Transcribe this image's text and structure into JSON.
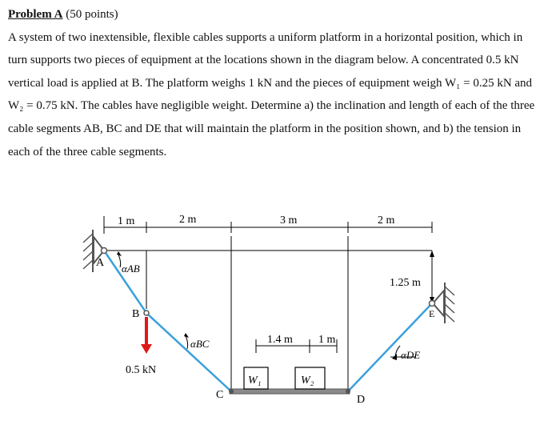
{
  "problem": {
    "title": "Problem A",
    "points": " (50 points)",
    "body": "A system of two inextensible, flexible cables supports a uniform platform in a horizontal position, which in turn supports two pieces of equipment at the locations shown in the diagram below.  A concentrated 0.5 kN vertical load is applied at B.  The platform weighs 1 kN and the pieces of equipment weigh W₁ = 0.25 kN and W₂ = 0.75 kN.  The cables have negligible weight.  Determine a) the inclination and length of each of the three cable segments AB, BC and DE that will maintain the platform in the position shown, and b) the tension in each of the three cable segments."
  },
  "diagram": {
    "dims": {
      "d1": "1 m",
      "d2": "2 m",
      "d3": "3 m",
      "d4": "2 m",
      "height": "1.25 m",
      "w_spacing_1": "1.4 m",
      "w_spacing_2": "1 m"
    },
    "points": {
      "A": "A",
      "B": "B",
      "C": "C",
      "D": "D",
      "E": "E"
    },
    "angles": {
      "ab": "αAB",
      "bc": "αBC",
      "de": "αDE"
    },
    "load": "0.5 kN",
    "weights": {
      "w1": "W₁",
      "w2": "W₂"
    },
    "colors": {
      "cable": "#3aa0dc",
      "load": "#e01818",
      "platform": "#8a8a8a",
      "support": "#555555"
    }
  }
}
